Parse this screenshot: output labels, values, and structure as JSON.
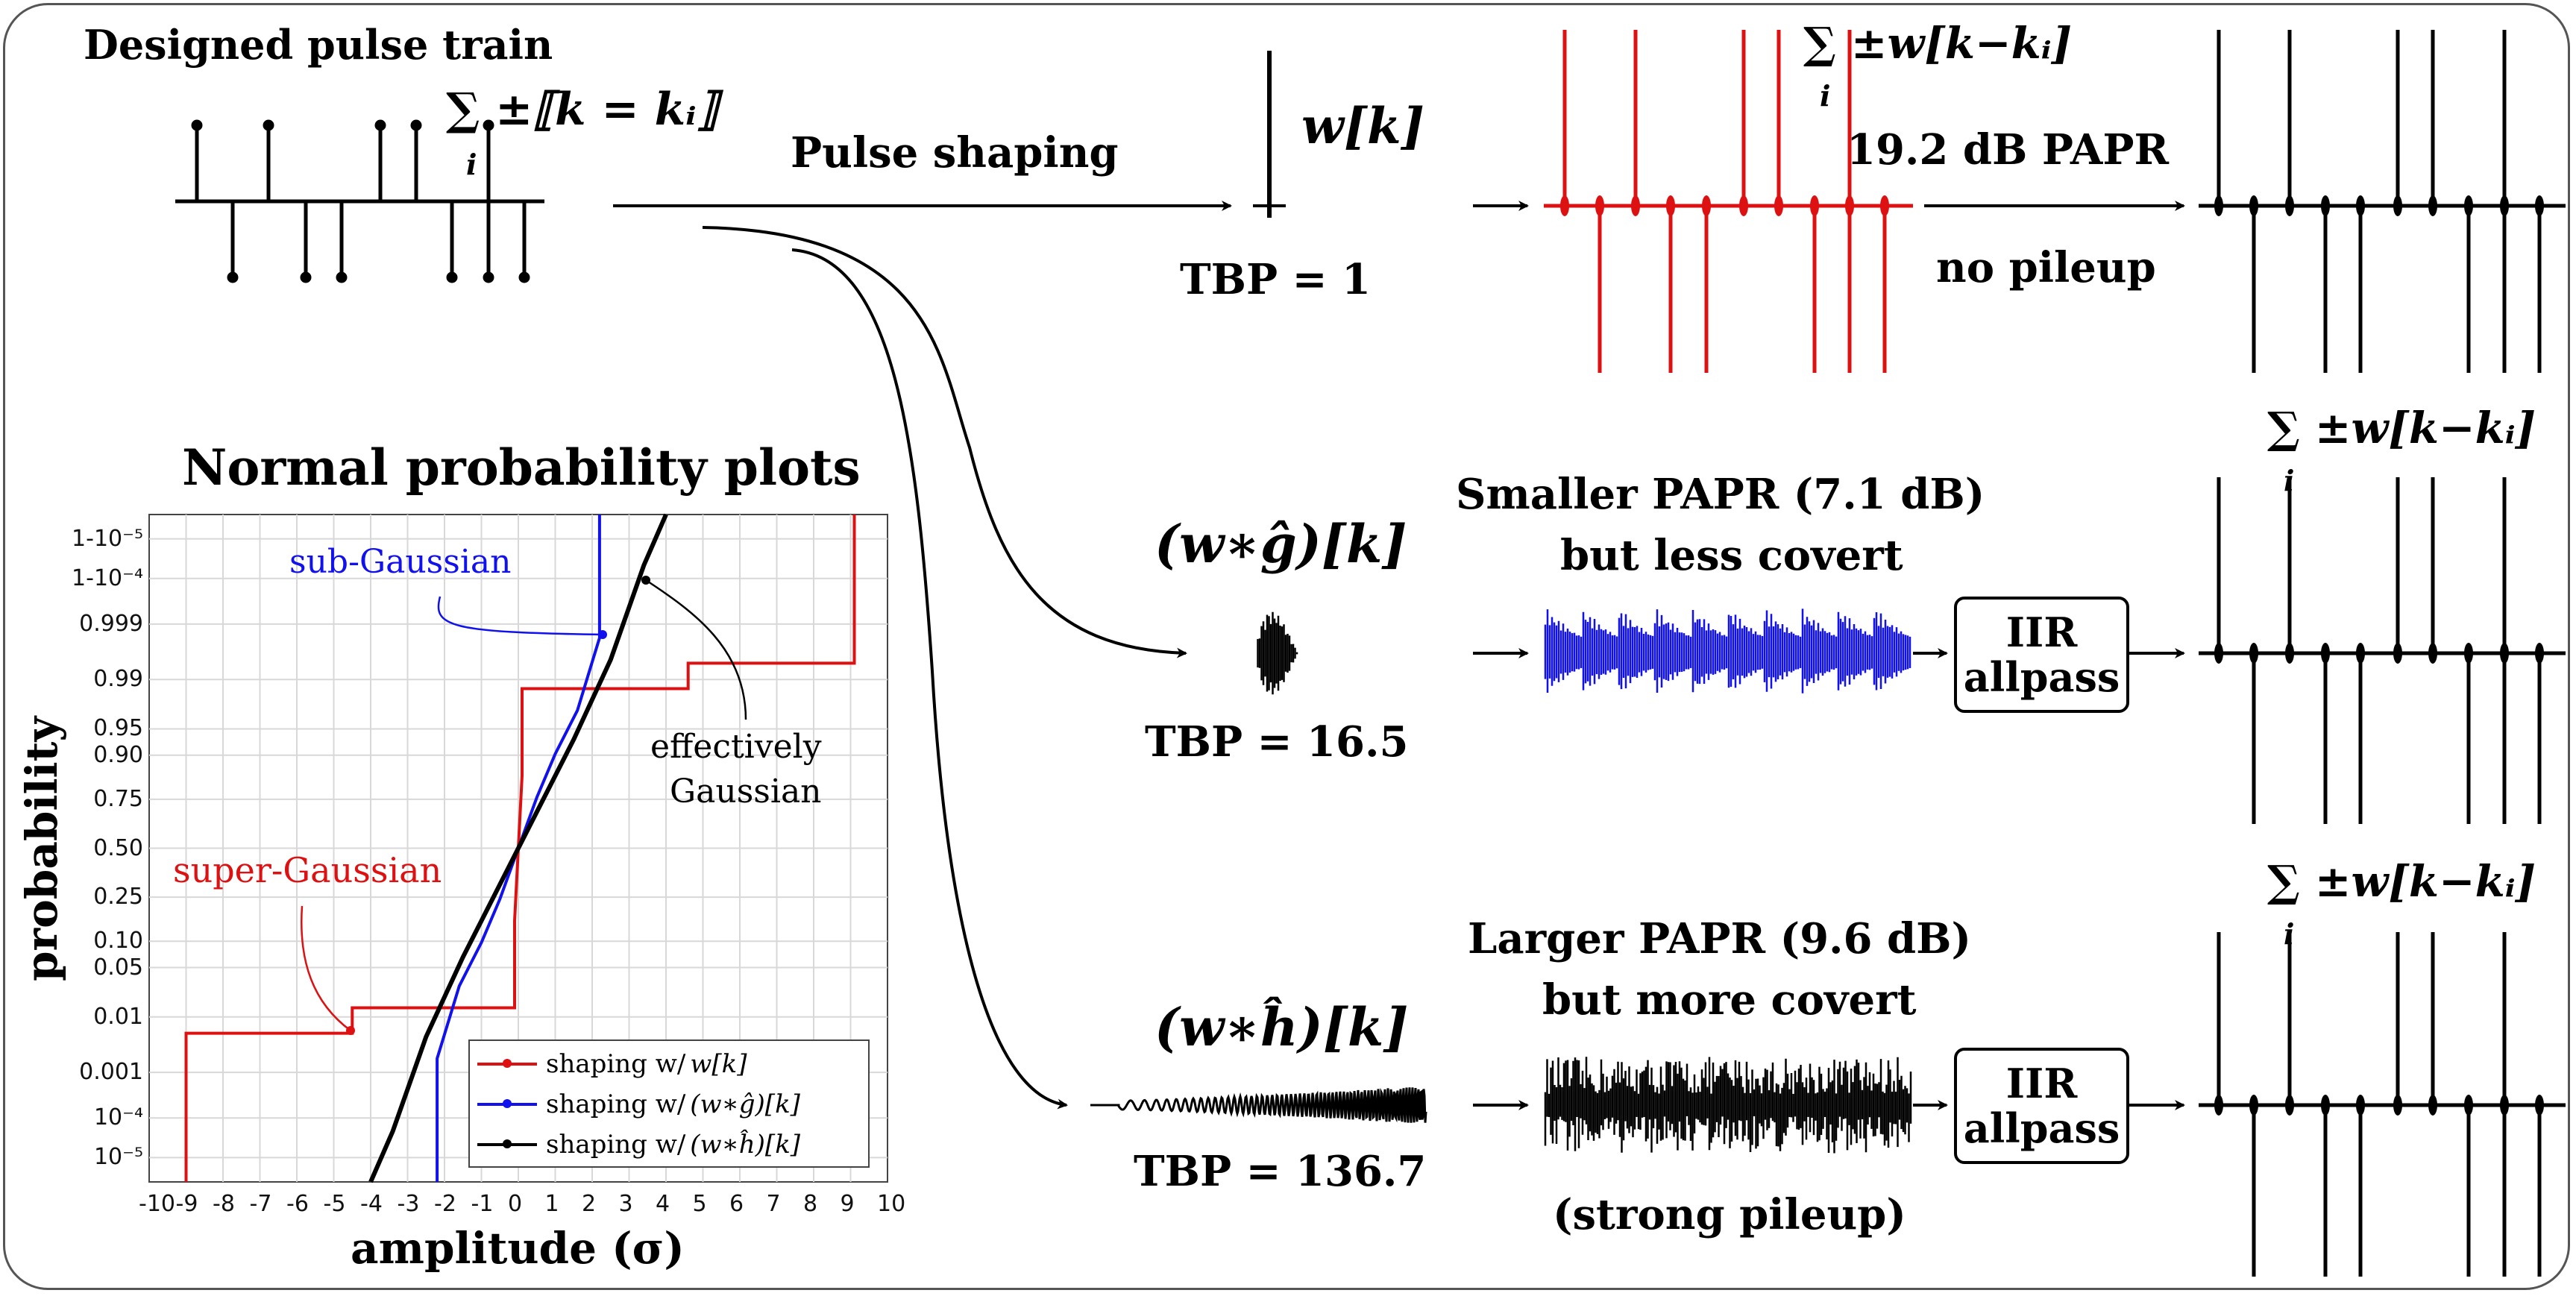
{
  "title_pulse_train": "Designed pulse train",
  "formula_indicator_sum": "∑ ±⟦k = kᵢ⟧",
  "formula_indicator_sub": "i",
  "pulse_shaping_label": "Pulse shaping",
  "w_k_label": "w[k]",
  "tbp_1": "TBP = 1",
  "formula_sum_shifted": "∑ ±w[k−kᵢ]",
  "formula_sum_sub": "i",
  "papr_top": "19.2 dB PAPR",
  "no_pileup": "no pileup",
  "w_g_label": "(w∗ĝ)[k]",
  "tbp_16_5": "TBP = 16.5",
  "smaller_papr": "Smaller PAPR (7.1 dB)",
  "less_covert": "but less covert",
  "w_h_label": "(w∗ĥ)[k]",
  "tbp_136_7": "TBP = 136.7",
  "larger_papr": "Larger PAPR (9.6 dB)",
  "more_covert": "but more covert",
  "strong_pileup": "(strong pileup)",
  "iir_box_1": {
    "line1": "IIR",
    "line2": "allpass"
  },
  "iir_box_2": {
    "line1": "IIR",
    "line2": "allpass"
  },
  "colors": {
    "red": "#dd1111",
    "blue": "#1111ee",
    "black": "#000000"
  },
  "chart_data": {
    "type": "line",
    "title": "Normal probability plots",
    "xlabel": "amplitude (σ)",
    "ylabel": "probability",
    "xlim": [
      -10,
      10
    ],
    "x_ticks": [
      "-10",
      "-9",
      "-8",
      "-7",
      "-6",
      "-5",
      "-4",
      "-3",
      "-2",
      "-1",
      "0",
      "1",
      "2",
      "3",
      "4",
      "5",
      "6",
      "7",
      "8",
      "9",
      "10"
    ],
    "y_ticks": [
      {
        "label": "1-10⁻⁵",
        "z": 4.265
      },
      {
        "label": "1-10⁻⁴",
        "z": 3.719
      },
      {
        "label": "0.999",
        "z": 3.09
      },
      {
        "label": "0.99",
        "z": 2.326
      },
      {
        "label": "0.95",
        "z": 1.645
      },
      {
        "label": "0.90",
        "z": 1.282
      },
      {
        "label": "0.75",
        "z": 0.674
      },
      {
        "label": "0.50",
        "z": 0
      },
      {
        "label": "0.25",
        "z": -0.674
      },
      {
        "label": "0.10",
        "z": -1.282
      },
      {
        "label": "0.05",
        "z": -1.645
      },
      {
        "label": "0.01",
        "z": -2.326
      },
      {
        "label": "0.001",
        "z": -3.09
      },
      {
        "label": "10⁻⁴",
        "z": -3.719
      },
      {
        "label": "10⁻⁵",
        "z": -4.265
      }
    ],
    "grid": true,
    "legend_position": "bottom-right",
    "annotations": {
      "sub": "sub-Gaussian",
      "gauss1": "effectively",
      "gauss2": "Gaussian",
      "super": "super-Gaussian"
    },
    "series": [
      {
        "name": "shaping w/ w[k]",
        "name_parts": [
          "shaping w/ ",
          "w[k]"
        ],
        "color": "#dd1111",
        "x": [
          -9,
          -9,
          -4.5,
          -4.5,
          -0.1,
          -0.1,
          0.1,
          0.1,
          4.6,
          4.6,
          9.1,
          9.1
        ],
        "z": [
          -4.6,
          -2.55,
          -2.55,
          -2.2,
          -2.2,
          -1.0,
          1.0,
          2.2,
          2.2,
          2.55,
          2.55,
          4.6
        ]
      },
      {
        "name": "shaping w/ (w∗ĝ)[k]",
        "name_parts": [
          "shaping w/ ",
          "(w∗ĝ)[k]"
        ],
        "color": "#1111ee",
        "x": [
          -2.2,
          -2.2,
          -1.6,
          -1.0,
          -0.5,
          0,
          0.5,
          1.0,
          1.6,
          2.2,
          2.2
        ],
        "z": [
          -4.6,
          -2.9,
          -1.9,
          -1.3,
          -0.7,
          0,
          0.7,
          1.3,
          1.9,
          2.9,
          4.6
        ]
      },
      {
        "name": "shaping w/ (w∗ĥ)[k]",
        "name_parts": [
          "shaping w/ ",
          "(w∗ĥ)[k]"
        ],
        "color": "#000000",
        "x": [
          -4,
          -3.4,
          -2.5,
          -1.5,
          0,
          1.5,
          2.5,
          3.4,
          4
        ],
        "z": [
          -4.6,
          -3.9,
          -2.6,
          -1.5,
          0,
          1.5,
          2.6,
          3.9,
          4.6
        ]
      }
    ]
  }
}
